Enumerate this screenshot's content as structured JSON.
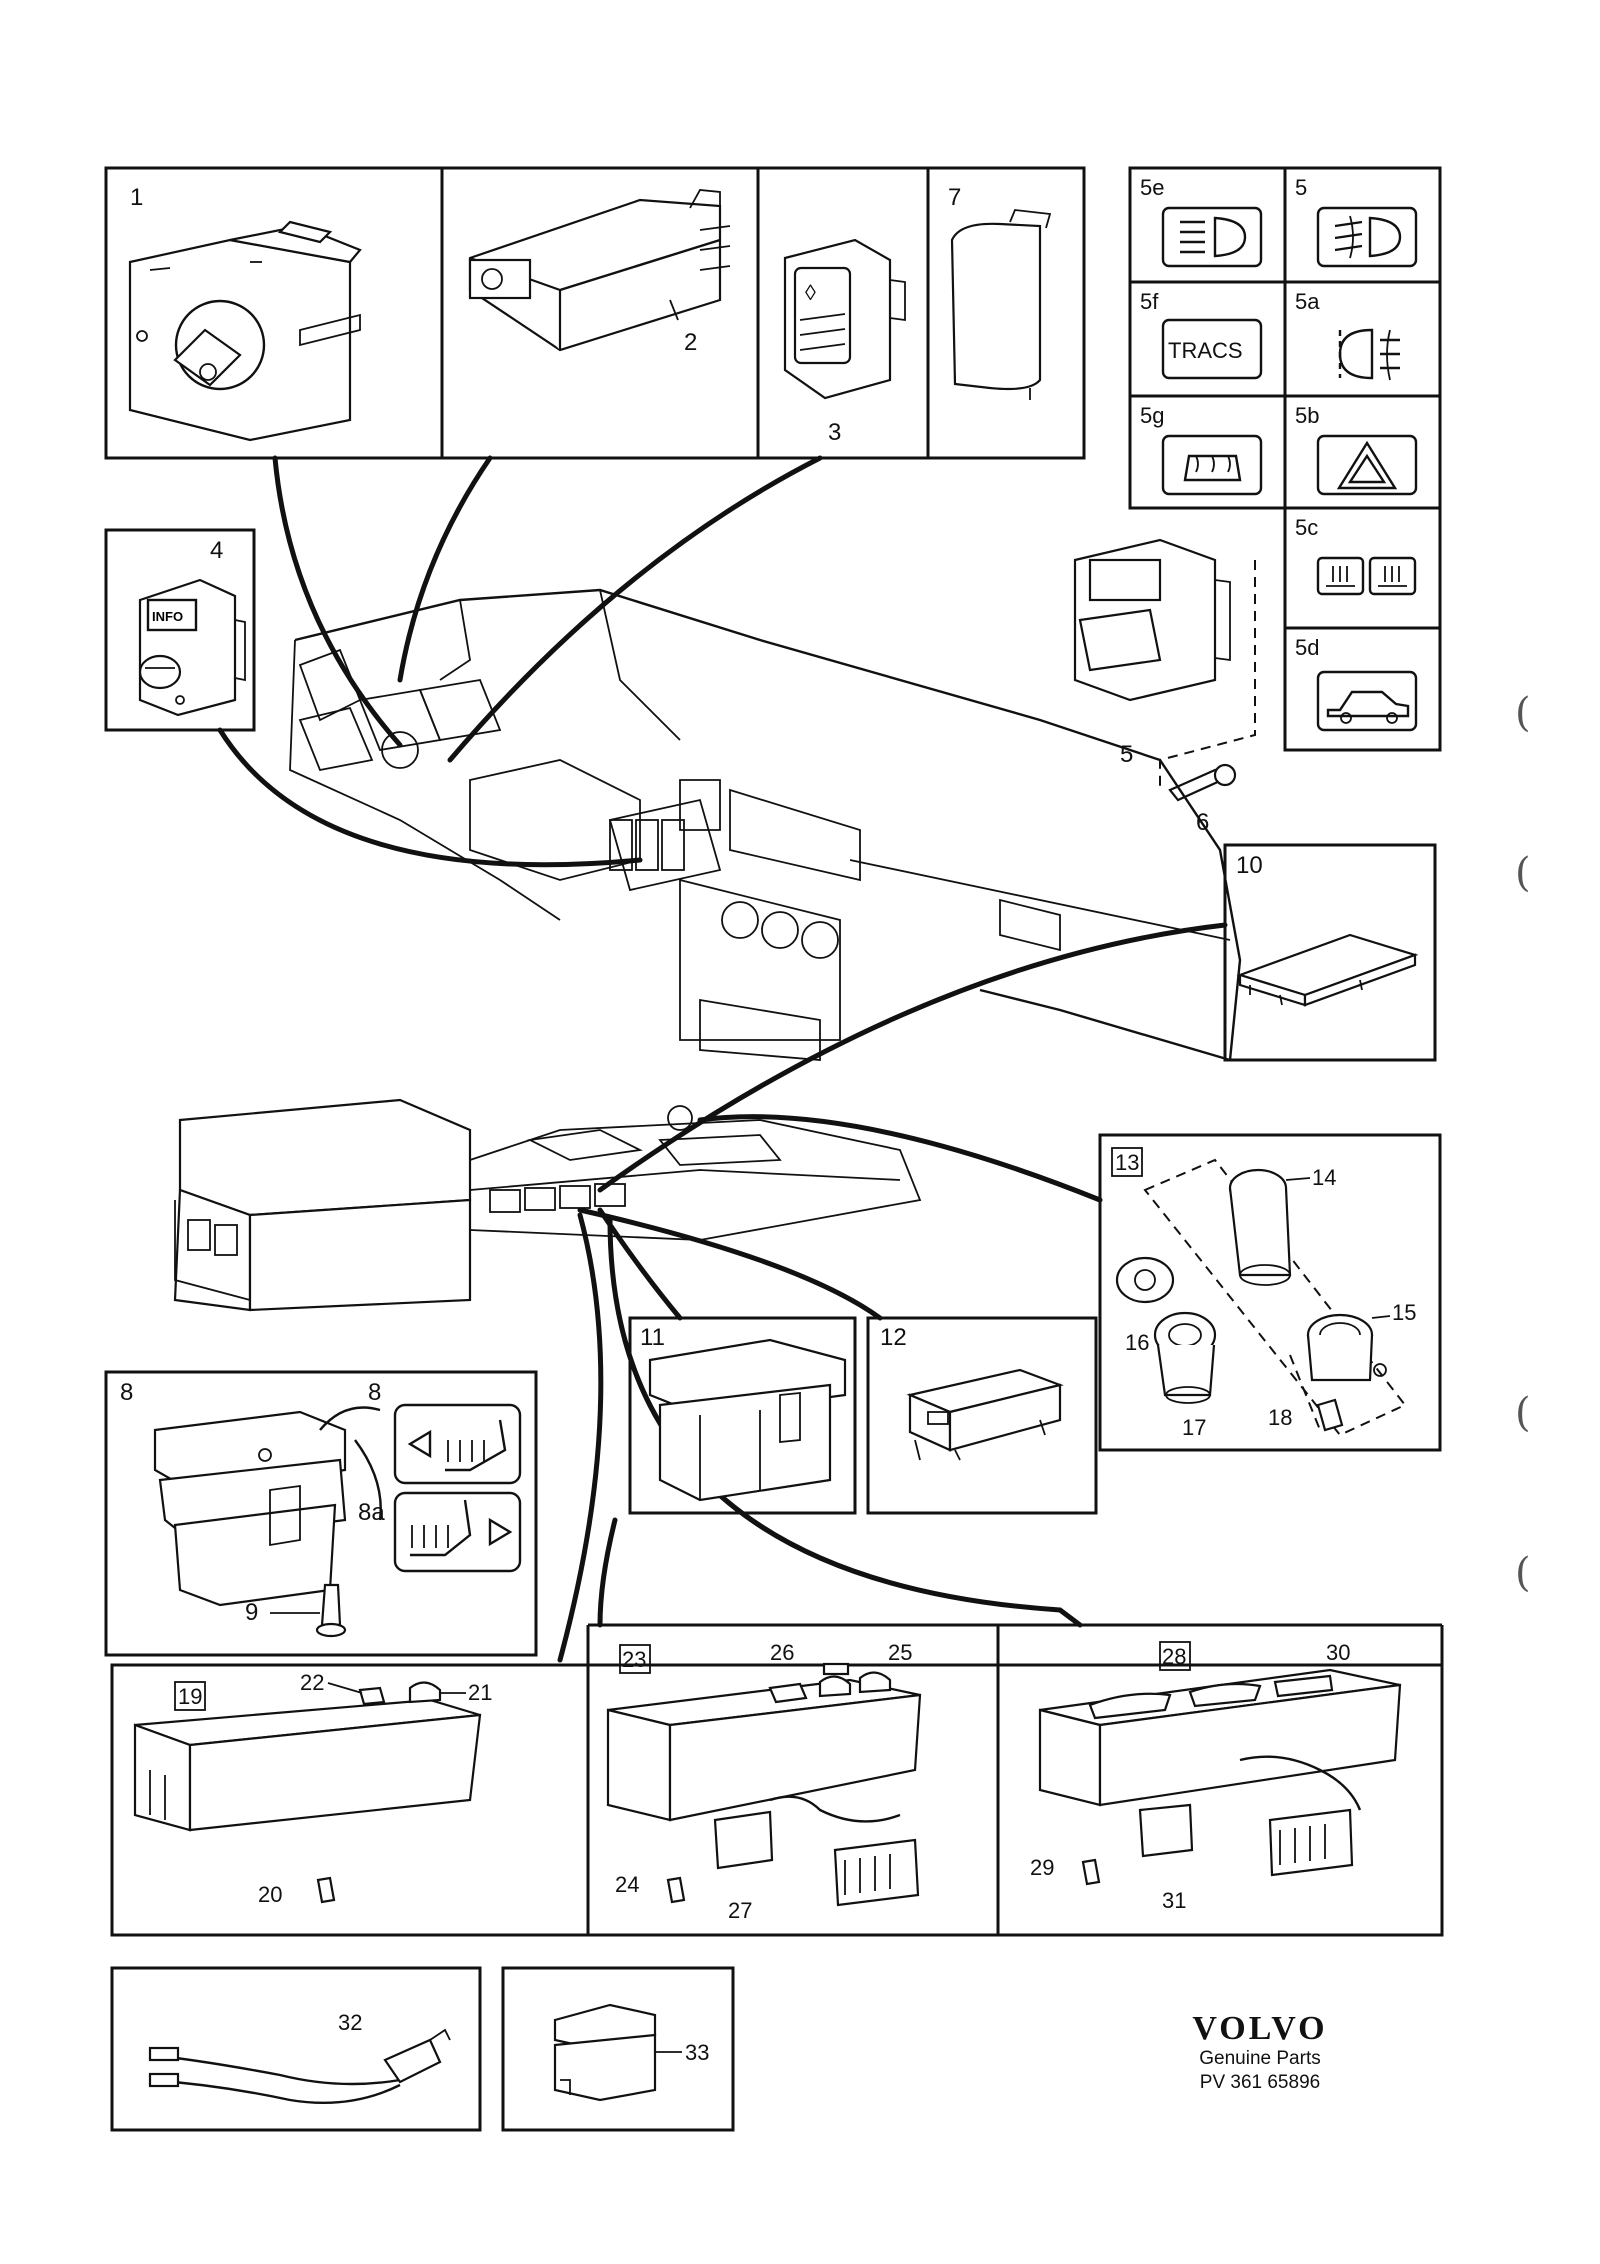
{
  "diagram": {
    "labels": {
      "l1": "1",
      "l2": "2",
      "l3": "3",
      "l4": "4",
      "l5": "5",
      "l6": "6",
      "l7": "7",
      "l8": "8",
      "l8a": "8a",
      "l9": "9",
      "l10": "10",
      "l11": "11",
      "l12": "12",
      "l13": "13",
      "l14": "14",
      "l15": "15",
      "l16": "16",
      "l17": "17",
      "l18": "18",
      "l19": "19",
      "l20": "20",
      "l21": "21",
      "l22": "22",
      "l23": "23",
      "l24": "24",
      "l25": "25",
      "l26": "26",
      "l27": "27",
      "l28": "28",
      "l29": "29",
      "l30": "30",
      "l31": "31",
      "l32": "32",
      "l33": "33"
    },
    "symbols": {
      "s5e": "5e",
      "s5": "5",
      "s5f": "5f",
      "s5a": "5a",
      "s5g": "5g",
      "s5b": "5b",
      "s5c": "5c",
      "s5d": "5d",
      "tracs_text": "TRACS",
      "info_text": "INFO"
    }
  },
  "brand": {
    "name": "VOLVO",
    "line1": "Genuine Parts",
    "line2": "PV 361 65896"
  }
}
